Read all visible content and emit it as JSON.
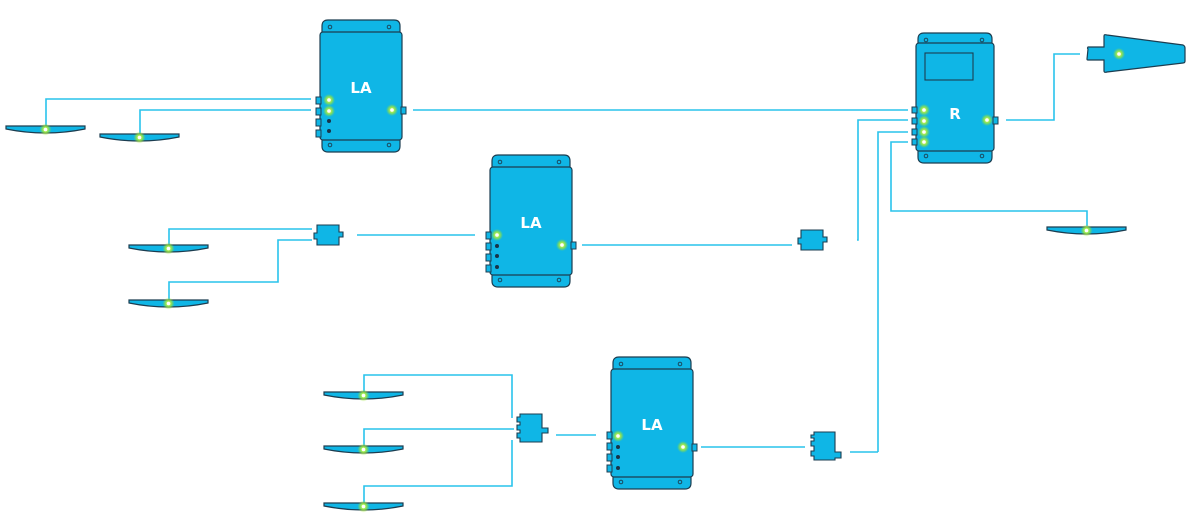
{
  "diagram": {
    "title": "",
    "colors": {
      "device_fill": "#0fb6e6",
      "device_outline": "#1c3d50",
      "wire": "#29c3ec",
      "led_active": "#b6f04a",
      "led_inactive": "#173449"
    },
    "devices": [
      {
        "id": "la-1",
        "type": "line-amplifier",
        "label": "LA",
        "input_ports": 4,
        "active_inputs": [
          true,
          true,
          false,
          false
        ],
        "output_active": true
      },
      {
        "id": "la-2",
        "type": "line-amplifier",
        "label": "LA",
        "input_ports": 4,
        "active_inputs": [
          true,
          false,
          false,
          false
        ],
        "output_active": true
      },
      {
        "id": "la-3",
        "type": "line-amplifier",
        "label": "LA",
        "input_ports": 4,
        "active_inputs": [
          true,
          false,
          false,
          false
        ],
        "output_active": true
      },
      {
        "id": "r-1",
        "type": "receiver",
        "label": "R",
        "input_ports": 4,
        "active_inputs": [
          true,
          true,
          true,
          true
        ],
        "output_active": true,
        "has_screen": true
      }
    ],
    "antennas": [
      {
        "id": "ant-1",
        "type": "panel-antenna",
        "connected_to": "la-1"
      },
      {
        "id": "ant-2",
        "type": "panel-antenna",
        "connected_to": "la-1"
      },
      {
        "id": "ant-3",
        "type": "panel-antenna",
        "connected_to": "splitter-1"
      },
      {
        "id": "ant-4",
        "type": "panel-antenna",
        "connected_to": "splitter-1"
      },
      {
        "id": "ant-5",
        "type": "panel-antenna",
        "connected_to": "splitter-3"
      },
      {
        "id": "ant-6",
        "type": "panel-antenna",
        "connected_to": "splitter-3"
      },
      {
        "id": "ant-7",
        "type": "panel-antenna",
        "connected_to": "splitter-3"
      },
      {
        "id": "ant-8",
        "type": "panel-antenna",
        "connected_to": "r-1"
      },
      {
        "id": "horn-1",
        "type": "directional-antenna",
        "connected_to": "r-1"
      }
    ],
    "splitters": [
      {
        "id": "splitter-1",
        "ports": 2,
        "connected_to": "la-2"
      },
      {
        "id": "splitter-2",
        "ports": 2,
        "connected_to": "r-1"
      },
      {
        "id": "splitter-3",
        "ports": 3,
        "connected_to": "la-3"
      },
      {
        "id": "splitter-4",
        "ports": 2,
        "connected_to": "r-1"
      }
    ]
  }
}
